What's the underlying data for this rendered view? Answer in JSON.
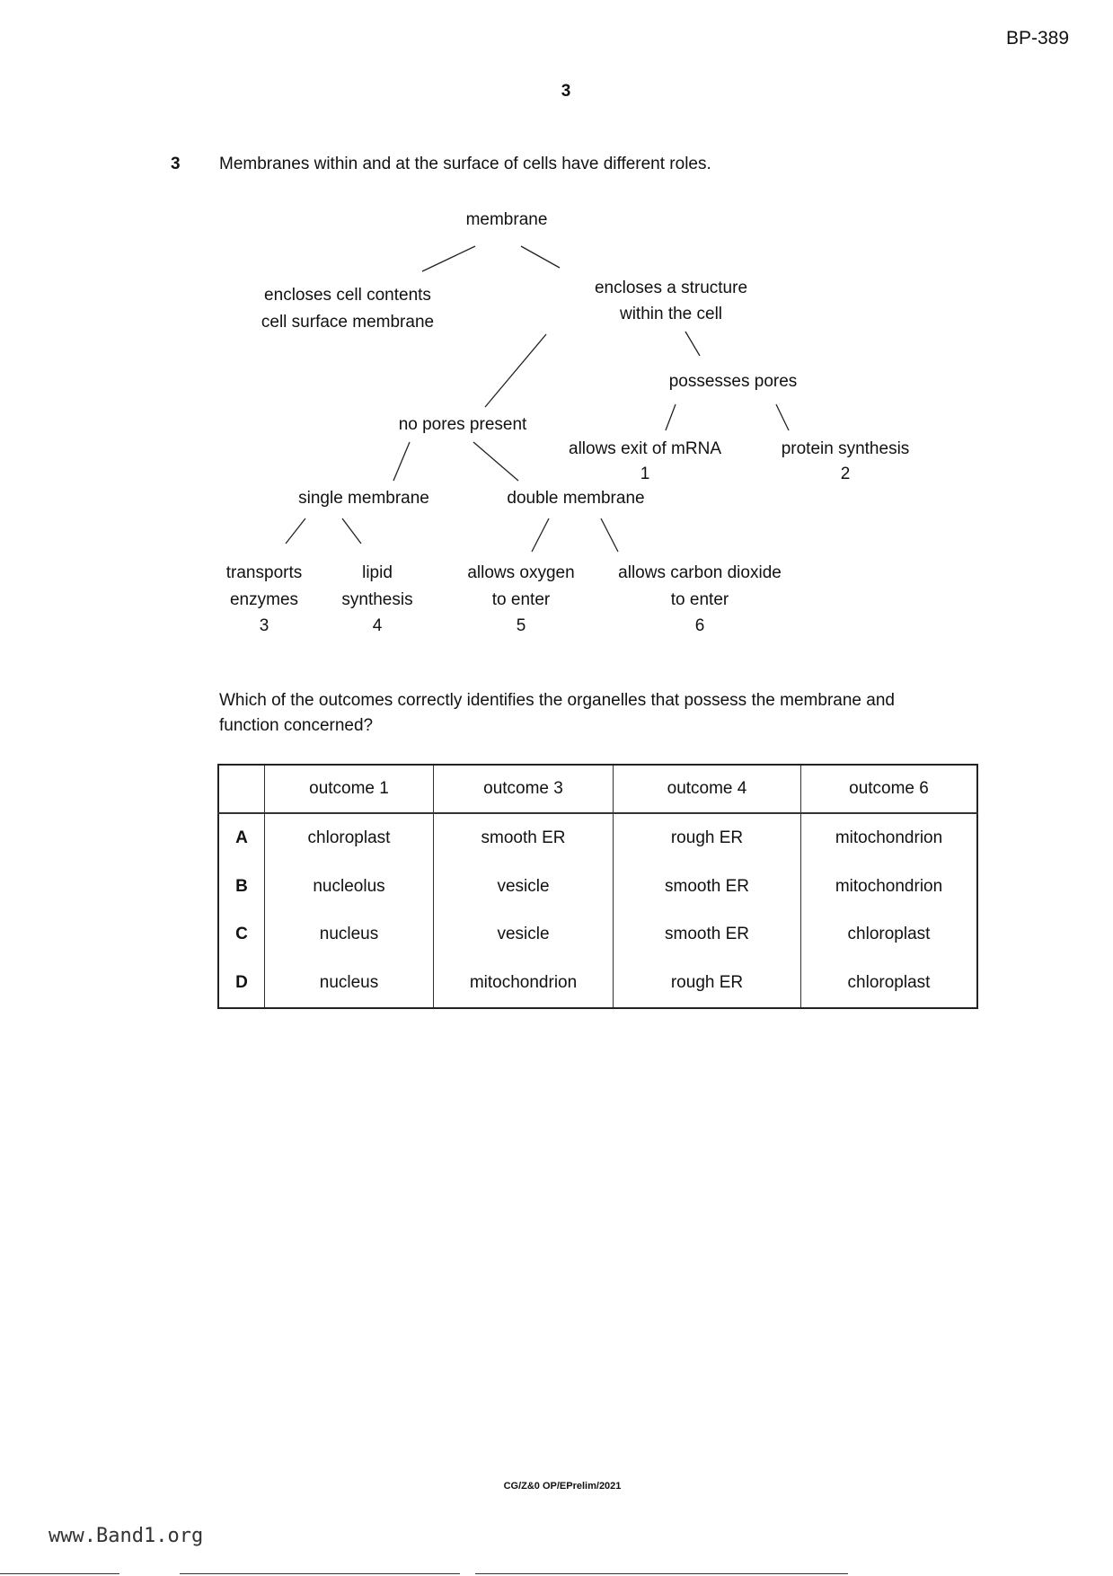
{
  "header": {
    "ref": "BP-389",
    "page_number": "3"
  },
  "question": {
    "number": "3",
    "stem": "Membranes within and at the surface of cells have different roles.",
    "prompt_line1": "Which of the outcomes correctly identifies the organelles that possess the membrane and",
    "prompt_line2": "function concerned?"
  },
  "diagram": {
    "root": "membrane",
    "left_l1": "encloses cell contents",
    "left_l2": "cell surface membrane",
    "right_l1": "encloses a structure",
    "right_l2": "within the cell",
    "pores": "possesses pores",
    "no_pores": "no pores present",
    "mrna": "allows exit of mRNA",
    "mrna_num": "1",
    "protein": "protein synthesis",
    "protein_num": "2",
    "single": "single membrane",
    "double": "double membrane",
    "o3_l1": "transports",
    "o3_l2": "enzymes",
    "o3_num": "3",
    "o4_l1": "lipid",
    "o4_l2": "synthesis",
    "o4_num": "4",
    "o5_l1": "allows oxygen",
    "o5_l2": "to enter",
    "o5_num": "5",
    "o6_l1": "allows carbon dioxide",
    "o6_l2": "to enter",
    "o6_num": "6"
  },
  "table": {
    "headers": [
      "outcome 1",
      "outcome 3",
      "outcome 4",
      "outcome 6"
    ],
    "rows": [
      {
        "label": "A",
        "cells": [
          "chloroplast",
          "smooth ER",
          "rough ER",
          "mitochondrion"
        ]
      },
      {
        "label": "B",
        "cells": [
          "nucleolus",
          "vesicle",
          "smooth ER",
          "mitochondrion"
        ]
      },
      {
        "label": "C",
        "cells": [
          "nucleus",
          "vesicle",
          "smooth ER",
          "chloroplast"
        ]
      },
      {
        "label": "D",
        "cells": [
          "nucleus",
          "mitochondrion",
          "rough ER",
          "chloroplast"
        ]
      }
    ]
  },
  "footer": {
    "code": "CG/Z&0 OP/EPrelim/2021",
    "watermark": "www.Band1.org"
  }
}
